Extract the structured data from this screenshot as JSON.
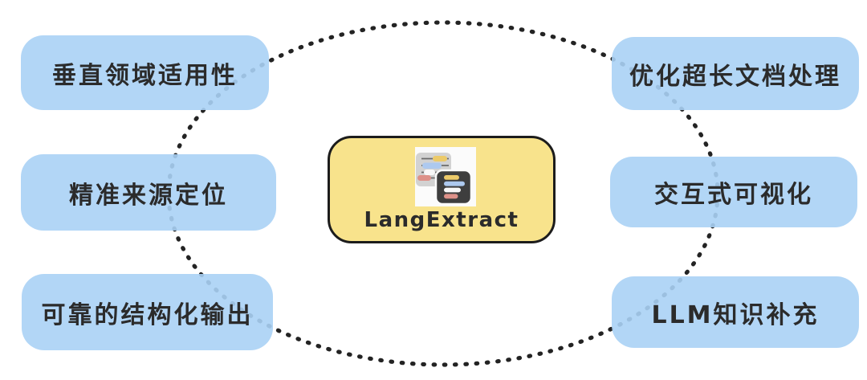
{
  "diagram": {
    "center": {
      "label": "LangExtract",
      "logo_icon": "langextract-logo",
      "logo_colors": {
        "bg": "#fbfbfb",
        "back": "#d2d2d2",
        "front": "#3e3e3e",
        "line": "#6b6b6b",
        "yellow": "#ecca69",
        "blue": "#adc9ef",
        "white": "#f8f8f8",
        "red": "#dd9189"
      }
    },
    "features_left": [
      {
        "label": "垂直领域适用性"
      },
      {
        "label": "精准来源定位"
      },
      {
        "label": "可靠的结构化输出"
      }
    ],
    "features_right": [
      {
        "label": "优化超长文档处理"
      },
      {
        "label": "交互式可视化"
      },
      {
        "label": "LLM知识补充"
      }
    ],
    "colors": {
      "page_bg": "#ffffff",
      "feature_bg": "rgba(170,210,245,0.9)",
      "text_color": "#2b2b2b",
      "ring_color": "#232323",
      "center_bg": "#f8e38c",
      "center_border": "#1c1c1c"
    }
  }
}
